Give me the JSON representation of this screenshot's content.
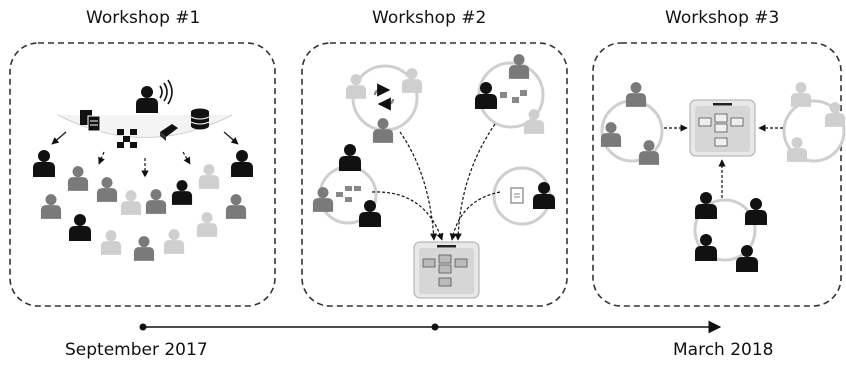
{
  "panels": [
    {
      "title": "Workshop #1"
    },
    {
      "title": "Workshop #2"
    },
    {
      "title": "Workshop #3"
    }
  ],
  "timeline": {
    "start_label": "September 2017",
    "end_label": "March 2018"
  },
  "colors": {
    "black": "#000000",
    "dark_gray": "#5a5a5a",
    "mid_gray": "#7a7a7a",
    "light_gray": "#bdbdbd",
    "lighter_gray": "#cfcfcf",
    "stroke": "#333333"
  },
  "icons": [
    "person-icon",
    "speaker-icon",
    "documents-icon",
    "network-icon",
    "book-icon",
    "database-icon",
    "cycle-icon",
    "flowchart-icon",
    "document-icon",
    "board-icon"
  ]
}
